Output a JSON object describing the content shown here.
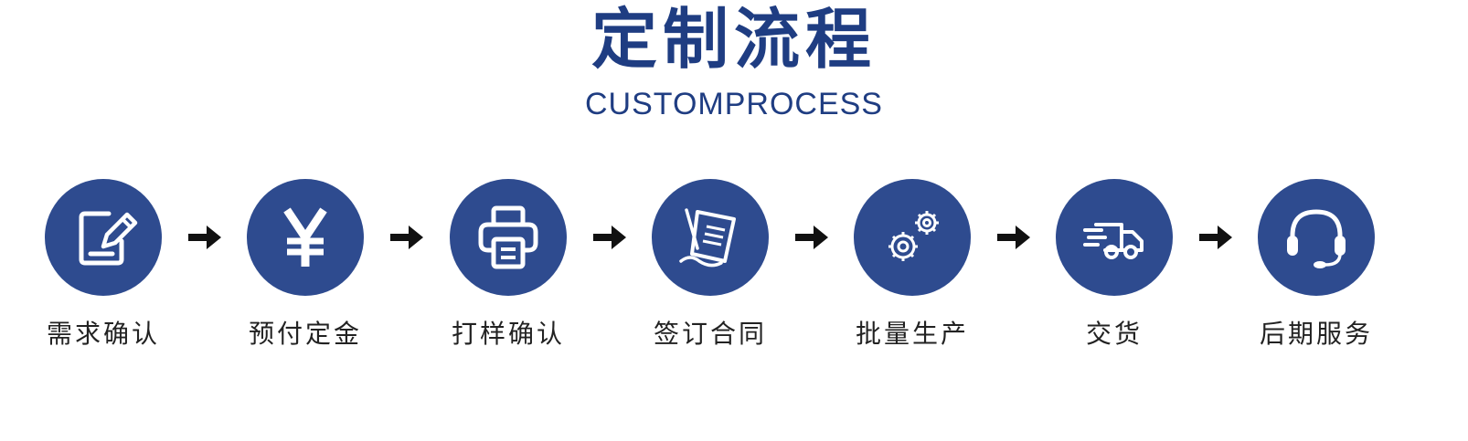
{
  "header": {
    "title": "定制流程",
    "subtitle": "CUSTOMPROCESS"
  },
  "steps": [
    {
      "label": "需求确认",
      "icon": "edit-document-icon"
    },
    {
      "label": "预付定金",
      "icon": "yen-icon"
    },
    {
      "label": "打样确认",
      "icon": "printer-icon"
    },
    {
      "label": "签订合同",
      "icon": "contract-sign-icon"
    },
    {
      "label": "批量生产",
      "icon": "gears-icon"
    },
    {
      "label": "交货",
      "icon": "delivery-truck-icon"
    },
    {
      "label": "后期服务",
      "icon": "headset-icon"
    }
  ],
  "colors": {
    "primary": "#2e4b8f",
    "title": "#1f3d82",
    "label": "#222222",
    "arrow": "#111111"
  }
}
